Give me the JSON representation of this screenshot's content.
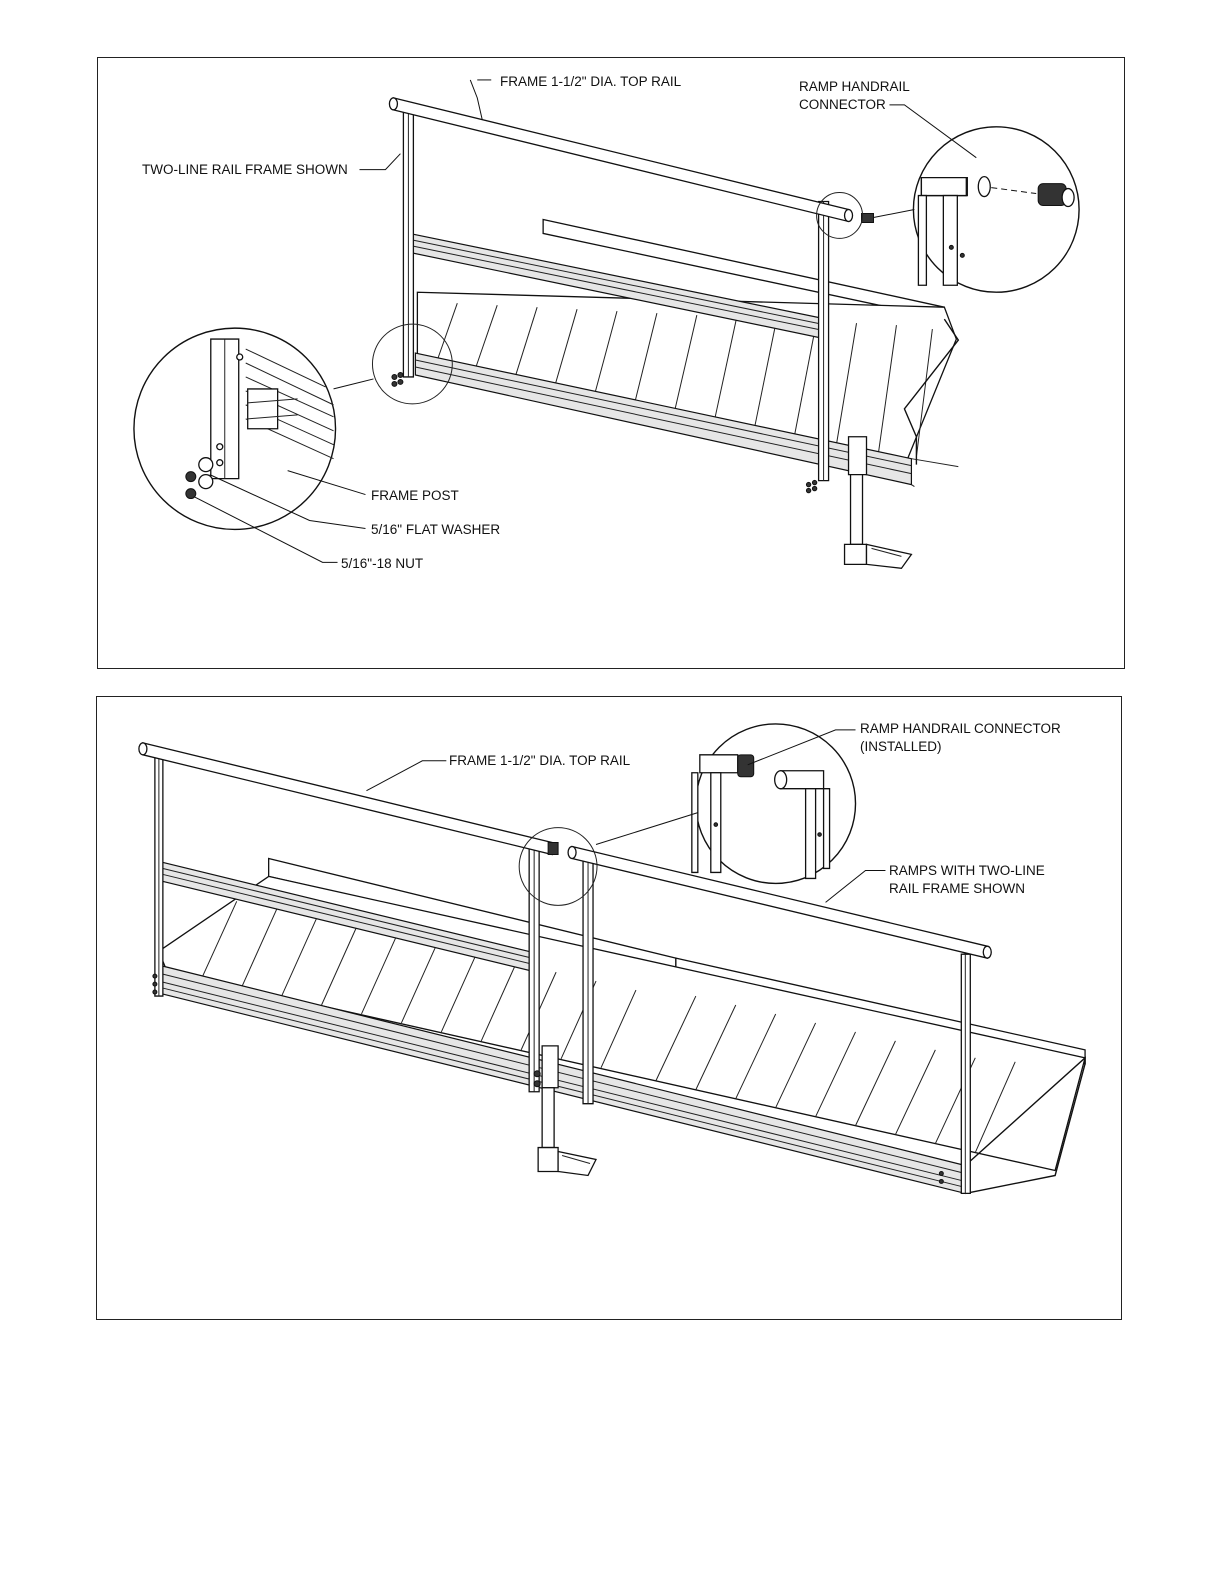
{
  "top_panel": {
    "callouts": {
      "top_rail": "FRAME 1-1/2\" DIA. TOP RAIL",
      "rail_frame": "TWO-LINE RAIL FRAME SHOWN",
      "connector_line1": "RAMP HANDRAIL",
      "connector_line2": "CONNECTOR",
      "frame_post": "FRAME POST",
      "flat_washer": "5/16\" FLAT WASHER",
      "nut": "5/16\"-18 NUT"
    }
  },
  "bottom_panel": {
    "callouts": {
      "top_rail": "FRAME 1-1/2\" DIA. TOP RAIL",
      "connector_line1": "RAMP HANDRAIL CONNECTOR",
      "connector_line2": "(INSTALLED)",
      "ramps_line1": "RAMPS WITH TWO-LINE",
      "ramps_line2": "RAIL FRAME SHOWN"
    }
  }
}
